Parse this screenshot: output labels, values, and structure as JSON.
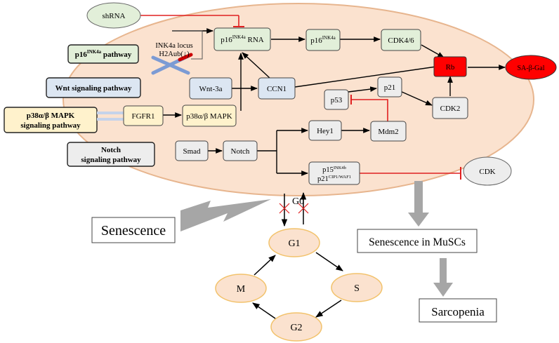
{
  "colors": {
    "cell_fill": "#fbe2cf",
    "cell_stroke": "#e7b58e",
    "green_box": "#e2efd9",
    "blue_box": "#dce6f2",
    "yellow_box": "#fff2cc",
    "grey_box": "#ededed",
    "red_node": "#ff0000",
    "inhibit": "#e02020",
    "big_arrow": "#a6a6a6",
    "cycle_fill": "#fbe2cf",
    "cycle_stroke": "#f2c26b"
  },
  "pathways": {
    "p16": {
      "main": "p16",
      "sup": "INK4a",
      "tail": " pathway"
    },
    "wnt": "Wnt signaling pathway",
    "p38": {
      "line1": "p38α/β MAPK",
      "line2": "signaling pathway"
    },
    "notch": {
      "line1": "Notch",
      "line2": "signaling pathway"
    }
  },
  "nodes": {
    "shrna": "shRNA",
    "p16_rna": {
      "main": "p16",
      "sup": "INK4a",
      "tail": " RNA"
    },
    "ink4a_locus": {
      "line1": "INK4a locus",
      "line2": "H2Aub(↓)"
    },
    "p16_protein": {
      "main": "p16",
      "sup": "INK4a"
    },
    "cdk46": "CDK4/6",
    "rb": "Rb",
    "sa_beta_gal": "SA-β-Gal",
    "wnt3a": "Wnt-3a",
    "ccn1": "CCN1",
    "p53": "p53",
    "p21": "p21",
    "cdk2": "CDK2",
    "fgfr1": "FGFR1",
    "p38_mapk": "p38α/β MAPK",
    "hey1": "Hey1",
    "mdm2": "Mdm2",
    "smad": "Smad",
    "notch": "Notch",
    "p15p21": {
      "l1_main": "p15",
      "l1_sup": "INK4b",
      "l2_main": "p21",
      "l2_sup": "CIP1/WAF1"
    },
    "cdk": "CDK"
  },
  "cycle": {
    "g0": "G0",
    "g1": "G1",
    "s": "S",
    "g2": "G2",
    "m": "M"
  },
  "outcomes": {
    "senescence": "Senescence",
    "musc": "Senescence in MuSCs",
    "sarcopenia": "Sarcopenia"
  }
}
